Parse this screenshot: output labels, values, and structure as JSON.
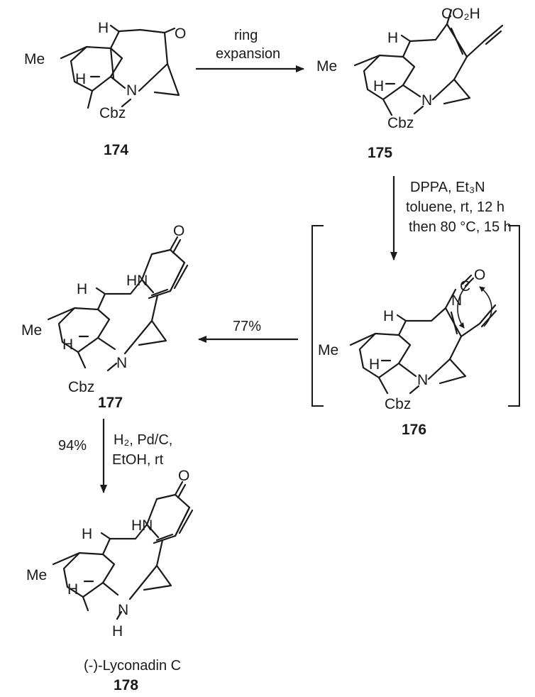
{
  "atoms": {
    "me": "Me",
    "h": "H",
    "n": "N",
    "o": "O",
    "cbz": "Cbz",
    "co2h": "CO₂H",
    "hn": "HN",
    "c": "C"
  },
  "step1": {
    "line1": "ring",
    "line2": "expansion"
  },
  "step2": {
    "line1": "DPPA, Et₃N",
    "line2": "toluene, rt, 12 h",
    "line3": "then 80 °C, 15 h"
  },
  "step3": {
    "yield": "77%"
  },
  "step4": {
    "yield": "94%",
    "line1": "H₂, Pd/C,",
    "line2": "EtOH, rt"
  },
  "compounds": {
    "c174": "174",
    "c175": "175",
    "c176": "176",
    "c177": "177",
    "c178": "178",
    "c178_name": "(-)-Lyconadin C"
  }
}
